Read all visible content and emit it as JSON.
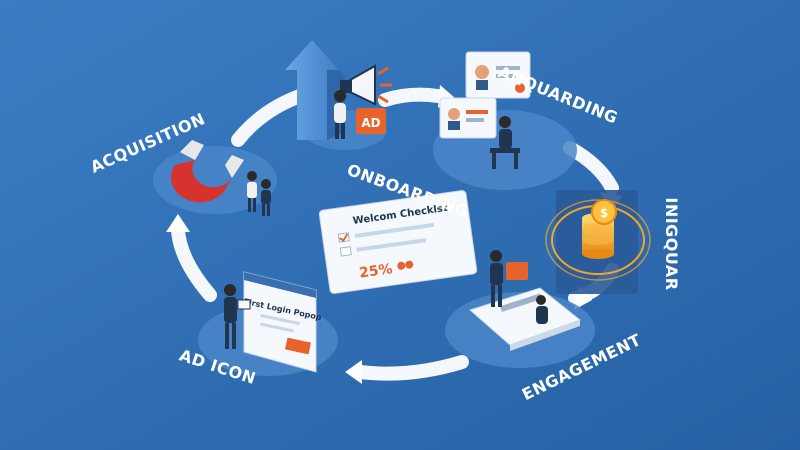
{
  "labels": {
    "acquisition": "ACQUISITION",
    "anquarding": "ANQUARDING",
    "onboarding": "ONBOARDING",
    "inigquar": "INIGQUAR",
    "engagement": "ENGAGEMENT",
    "ad_icon": "AD ICON"
  },
  "center_card": {
    "title": "Welcom Checklst",
    "progress": "25%"
  },
  "popup_card": {
    "title": "First Login Popop"
  },
  "megaphone": {
    "badge": "AD"
  },
  "colors": {
    "background": "#2f6fb5",
    "accent": "#e8632b",
    "magnet": "#d8322f",
    "coin": "#f3a528",
    "platform": "#4f8fd0"
  },
  "icons": [
    "upward-arrow-icon",
    "megaphone-icon",
    "magnet-icon",
    "coin-stack-icon",
    "checklist-icon",
    "popup-window-icon",
    "profile-card-icon",
    "phone-icon"
  ]
}
